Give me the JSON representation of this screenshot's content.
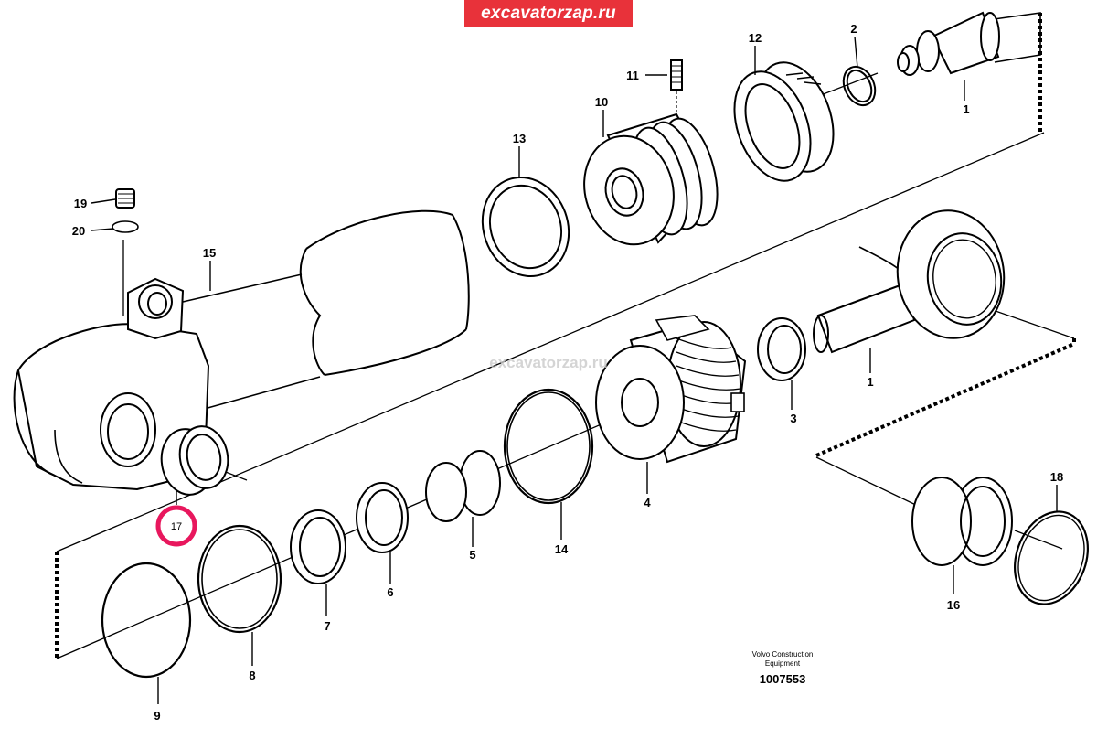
{
  "watermark_top": "excavatorzap.ru",
  "watermark_center": "excavatorzap.ru",
  "manufacturer": "Volvo Construction\nEquipment",
  "manufacturer_line1": "Volvo Construction",
  "manufacturer_line2": "Equipment",
  "drawing_number": "1007553",
  "highlight_color": "#e8175d",
  "banner_color": "#e8323a",
  "callouts": {
    "c1a": "1",
    "c1b": "1",
    "c2": "2",
    "c3": "3",
    "c4": "4",
    "c5": "5",
    "c6": "6",
    "c7": "7",
    "c8": "8",
    "c9": "9",
    "c10": "10",
    "c11": "11",
    "c12": "12",
    "c13": "13",
    "c14": "14",
    "c15": "15",
    "c16": "16",
    "c17": "17",
    "c18": "18",
    "c19": "19",
    "c20": "20"
  }
}
